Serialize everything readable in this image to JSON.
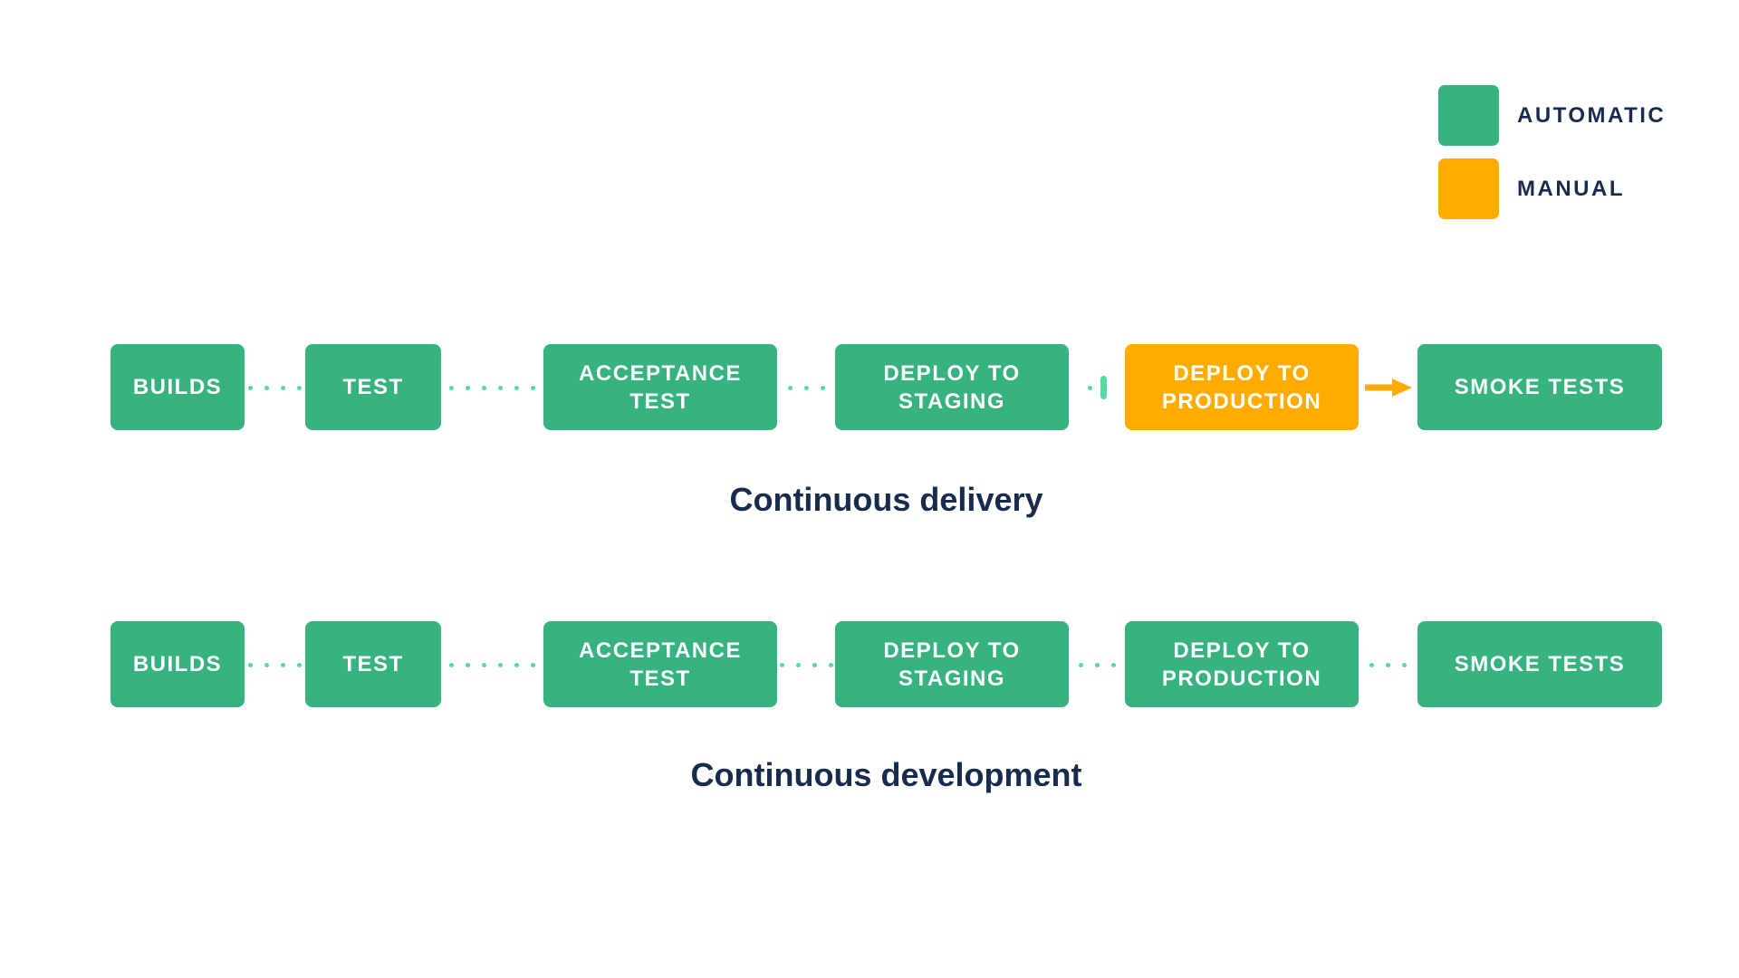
{
  "colors": {
    "automatic": "#36B37E",
    "manual": "#FFAB00",
    "connector": "#57D9A3",
    "text": "#172B4D",
    "step_text": "#FFFFFF",
    "background": "#FFFFFF"
  },
  "legend": {
    "items": [
      {
        "label": "AUTOMATIC",
        "type": "automatic"
      },
      {
        "label": "MANUAL",
        "type": "manual"
      }
    ]
  },
  "pipelines": [
    {
      "caption": "Continuous delivery",
      "steps": [
        {
          "label": "BUILDS",
          "type": "automatic"
        },
        {
          "label": "TEST",
          "type": "automatic"
        },
        {
          "label": "ACCEPTANCE\nTEST",
          "type": "automatic"
        },
        {
          "label": "DEPLOY TO\nSTAGING",
          "type": "automatic"
        },
        {
          "label": "DEPLOY TO\nPRODUCTION",
          "type": "manual"
        },
        {
          "label": "SMOKE TESTS",
          "type": "automatic"
        }
      ],
      "connectors": [
        {
          "style": "dots",
          "count": 4
        },
        {
          "style": "dots",
          "count": 6
        },
        {
          "style": "dots",
          "count": 3
        },
        {
          "style": "pause",
          "count": 1
        },
        {
          "style": "arrow"
        }
      ]
    },
    {
      "caption": "Continuous development",
      "steps": [
        {
          "label": "BUILDS",
          "type": "automatic"
        },
        {
          "label": "TEST",
          "type": "automatic"
        },
        {
          "label": "ACCEPTANCE\nTEST",
          "type": "automatic"
        },
        {
          "label": "DEPLOY TO\nSTAGING",
          "type": "automatic"
        },
        {
          "label": "DEPLOY TO\nPRODUCTION",
          "type": "automatic"
        },
        {
          "label": "SMOKE TESTS",
          "type": "automatic"
        }
      ],
      "connectors": [
        {
          "style": "dots",
          "count": 4
        },
        {
          "style": "dots",
          "count": 6
        },
        {
          "style": "dots",
          "count": 4
        },
        {
          "style": "dots",
          "count": 3
        },
        {
          "style": "dots",
          "count": 3
        }
      ]
    }
  ]
}
